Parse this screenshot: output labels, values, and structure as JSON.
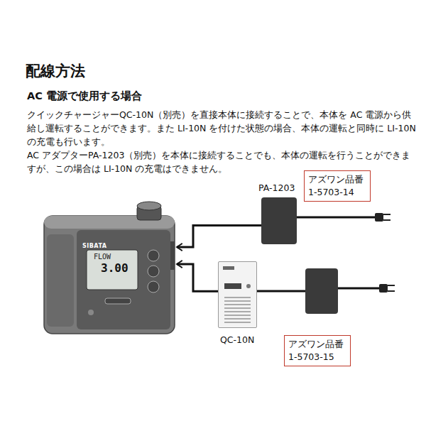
{
  "diagram": {
    "title": "配線方法",
    "nodes": [
      {
        "text": [
          "SIBATA",
          "FLOW",
          "3.00"
        ]
      },
      {
        "text": [
          "PA-1203"
        ]
      },
      {
        "text": [
          "アズワン品番 1-5703-14"
        ]
      },
      {
        "text": [
          "QC-10N"
        ]
      },
      {
        "text": [
          "アズワン品番 1-5703-15"
        ]
      }
    ],
    "edges": [
      {
        "from": 1,
        "to": 0,
        "arrow": "to"
      },
      {
        "from": 3,
        "to": 0,
        "arrow": "to"
      }
    ],
    "labels": [
      "AC 電源で使用する場合",
      "クイックチャージャーQC-10N（別売）を直接本体に接続することで、本体を AC 電源から供給し運転することができます。また LI-10N を付けた状態の場合、本体の運転と同時に LI-10N の充電も行います。",
      "AC アダプターPA-1203（別売）を本体に接続することでも、本体の運転を行うことができますが、この場合は LI-10N の充電はできません。"
    ]
  }
}
